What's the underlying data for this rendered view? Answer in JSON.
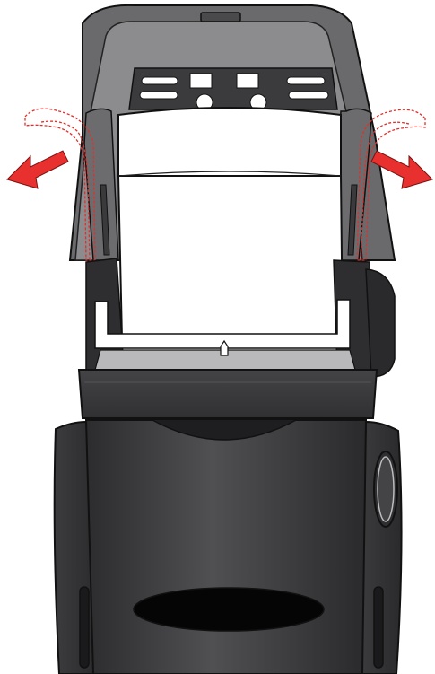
{
  "figure": {
    "subject": "label-printer",
    "state": "cover-open-roll-loaded",
    "action": "spread-spool-guides-outward",
    "arrow_direction": "outward-left-and-right"
  },
  "colors": {
    "body_dark": "#3a3a3c",
    "body_mid": "#58585a",
    "cover_gray": "#7b7b7d",
    "inner_light": "#a9a9ab",
    "paper": "#ffffff",
    "outline": "#111111",
    "arrow_red": "#e8302e",
    "dashed_guide": "#e0302c"
  },
  "icons": {
    "left_arrow": "arrow-left-icon",
    "right_arrow": "arrow-right-icon",
    "feed_mark": "feed-marker-icon"
  }
}
